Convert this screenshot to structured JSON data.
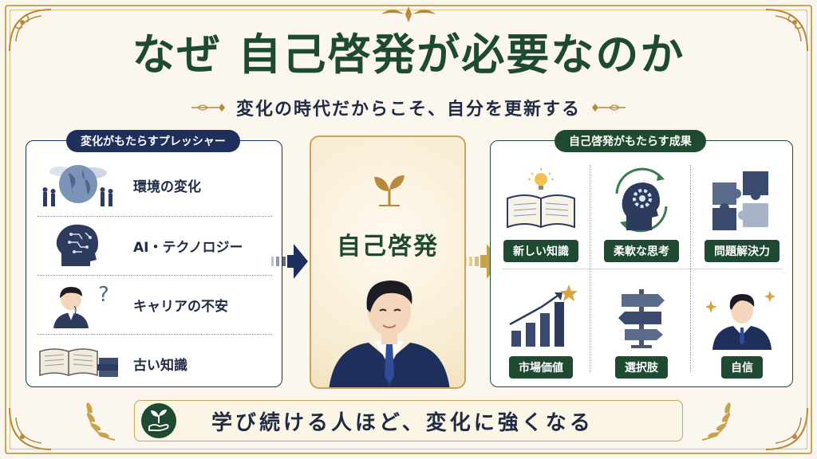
{
  "title": "なぜ 自己啓発が必要なのか",
  "subtitle": "変化の時代だからこそ、自分を更新する",
  "left_panel": {
    "heading": "変化がもたらすプレッシャー",
    "items": [
      {
        "label": "環境の変化",
        "icon": "globe-people-icon"
      },
      {
        "label": "AI・テクノロジー",
        "icon": "ai-head-icon"
      },
      {
        "label": "キャリアの不安",
        "icon": "worried-person-icon"
      },
      {
        "label": "古い知識",
        "icon": "old-books-icon"
      }
    ]
  },
  "center_panel": {
    "label": "自己啓発",
    "icon": "sprout-icon"
  },
  "right_panel": {
    "heading": "自己啓発がもたらす成果",
    "items": [
      {
        "label": "新しい知識",
        "icon": "book-lightbulb-icon"
      },
      {
        "label": "柔軟な思考",
        "icon": "brain-gear-icon"
      },
      {
        "label": "問題解決力",
        "icon": "puzzle-icon"
      },
      {
        "label": "市場価値",
        "icon": "growth-chart-icon"
      },
      {
        "label": "選択肢",
        "icon": "signpost-icon"
      },
      {
        "label": "自信",
        "icon": "confident-person-icon"
      }
    ]
  },
  "banner": {
    "text": "学び続ける人ほど、変化に強くなる",
    "icon": "hand-sprout-icon"
  },
  "colors": {
    "green": "#1f4a32",
    "navy": "#1f2f5c",
    "gold": "#c9a45c",
    "background": "#fbf7ee"
  }
}
